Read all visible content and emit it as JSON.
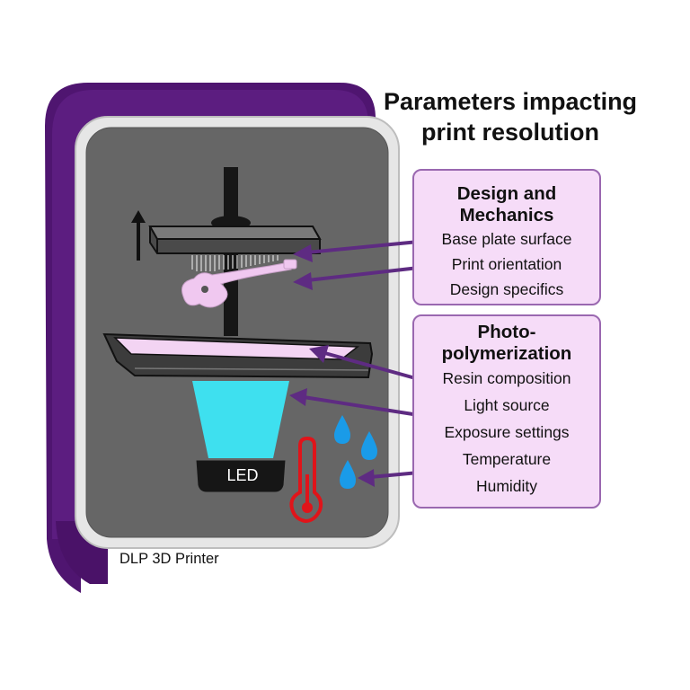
{
  "title": {
    "line1": "Parameters impacting",
    "line2": "print resolution"
  },
  "groups": [
    {
      "heading_line1": "Design and",
      "heading_line2": "Mechanics",
      "items": [
        "Base plate surface",
        "Print orientation",
        "Design specifics"
      ]
    },
    {
      "heading_line1": "Photo-",
      "heading_line2": "polymerization",
      "items": [
        "Resin composition",
        "Light source",
        "Exposure settings",
        "Temperature",
        "Humidity"
      ]
    }
  ],
  "printer": {
    "led_label": "LED",
    "caption": "DLP 3D Printer"
  },
  "colors": {
    "housing_purple": "#5a1a7e",
    "panel_gray": "#666666",
    "frame_light": "#e8e8e8",
    "box_fill": "#f6dcf8",
    "box_border": "#9a68b0",
    "arrow_purple": "#5e2b82",
    "light_beam": "#3ee0ef",
    "resin_pink": "#f3d4f3",
    "thermometer_red": "#e0141a",
    "droplet_blue": "#1a9be8"
  },
  "icons": [
    "up-arrow-icon",
    "guitar-icon",
    "thermometer-icon",
    "water-droplet-icon"
  ]
}
